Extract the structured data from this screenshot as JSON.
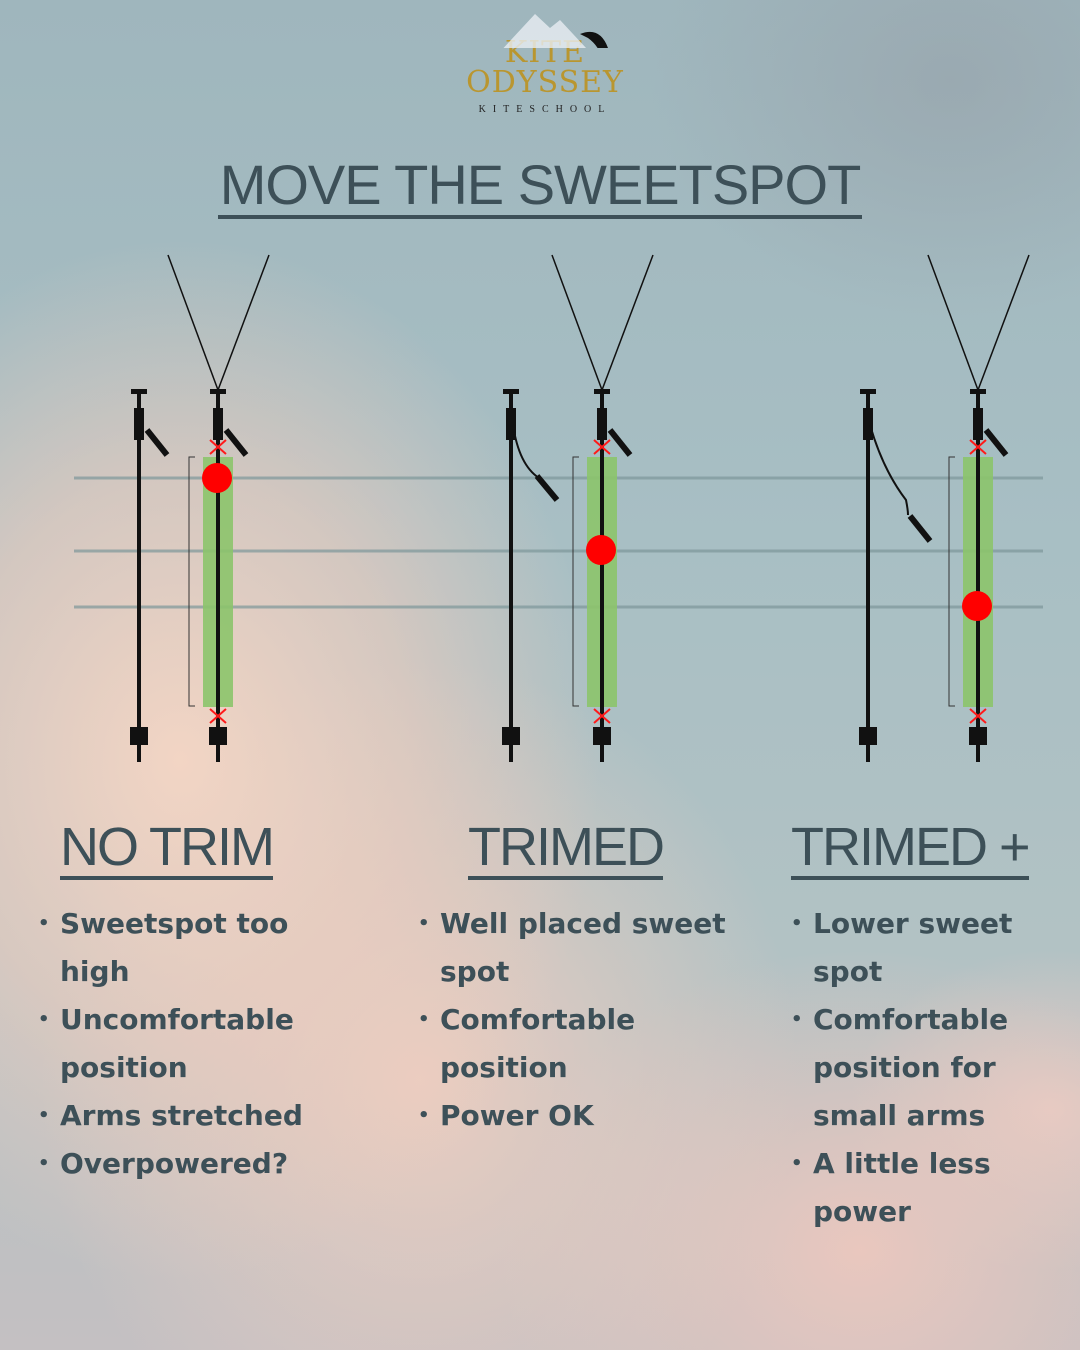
{
  "logo": {
    "line1": "KITE",
    "line2": "ODYSSEY",
    "line3": "KITESCHOOL"
  },
  "title": "MOVE THE SWEETSPOT",
  "colors": {
    "text": "#3d5058",
    "sweetspot": "#ff0000",
    "range": "#8cc46c",
    "logo_gold": "#b99630"
  },
  "diagrams": [
    {
      "name": "no-trim",
      "trim": "none",
      "sweetspot_level": "high"
    },
    {
      "name": "trimed",
      "trim": "medium",
      "sweetspot_level": "middle"
    },
    {
      "name": "trimed-plus",
      "trim": "full",
      "sweetspot_level": "low"
    }
  ],
  "columns": [
    {
      "heading": "NO TRIM",
      "bullets": [
        "Sweetspot too high",
        "Uncomfortable position",
        "Arms stretched",
        "Overpowered?"
      ]
    },
    {
      "heading": "TRIMED",
      "bullets": [
        "Well placed sweet spot",
        "Comfortable position",
        "Power OK"
      ]
    },
    {
      "heading": "TRIMED +",
      "bullets": [
        "Lower sweet spot",
        "Comfortable position for small arms",
        "A little less power"
      ]
    }
  ]
}
